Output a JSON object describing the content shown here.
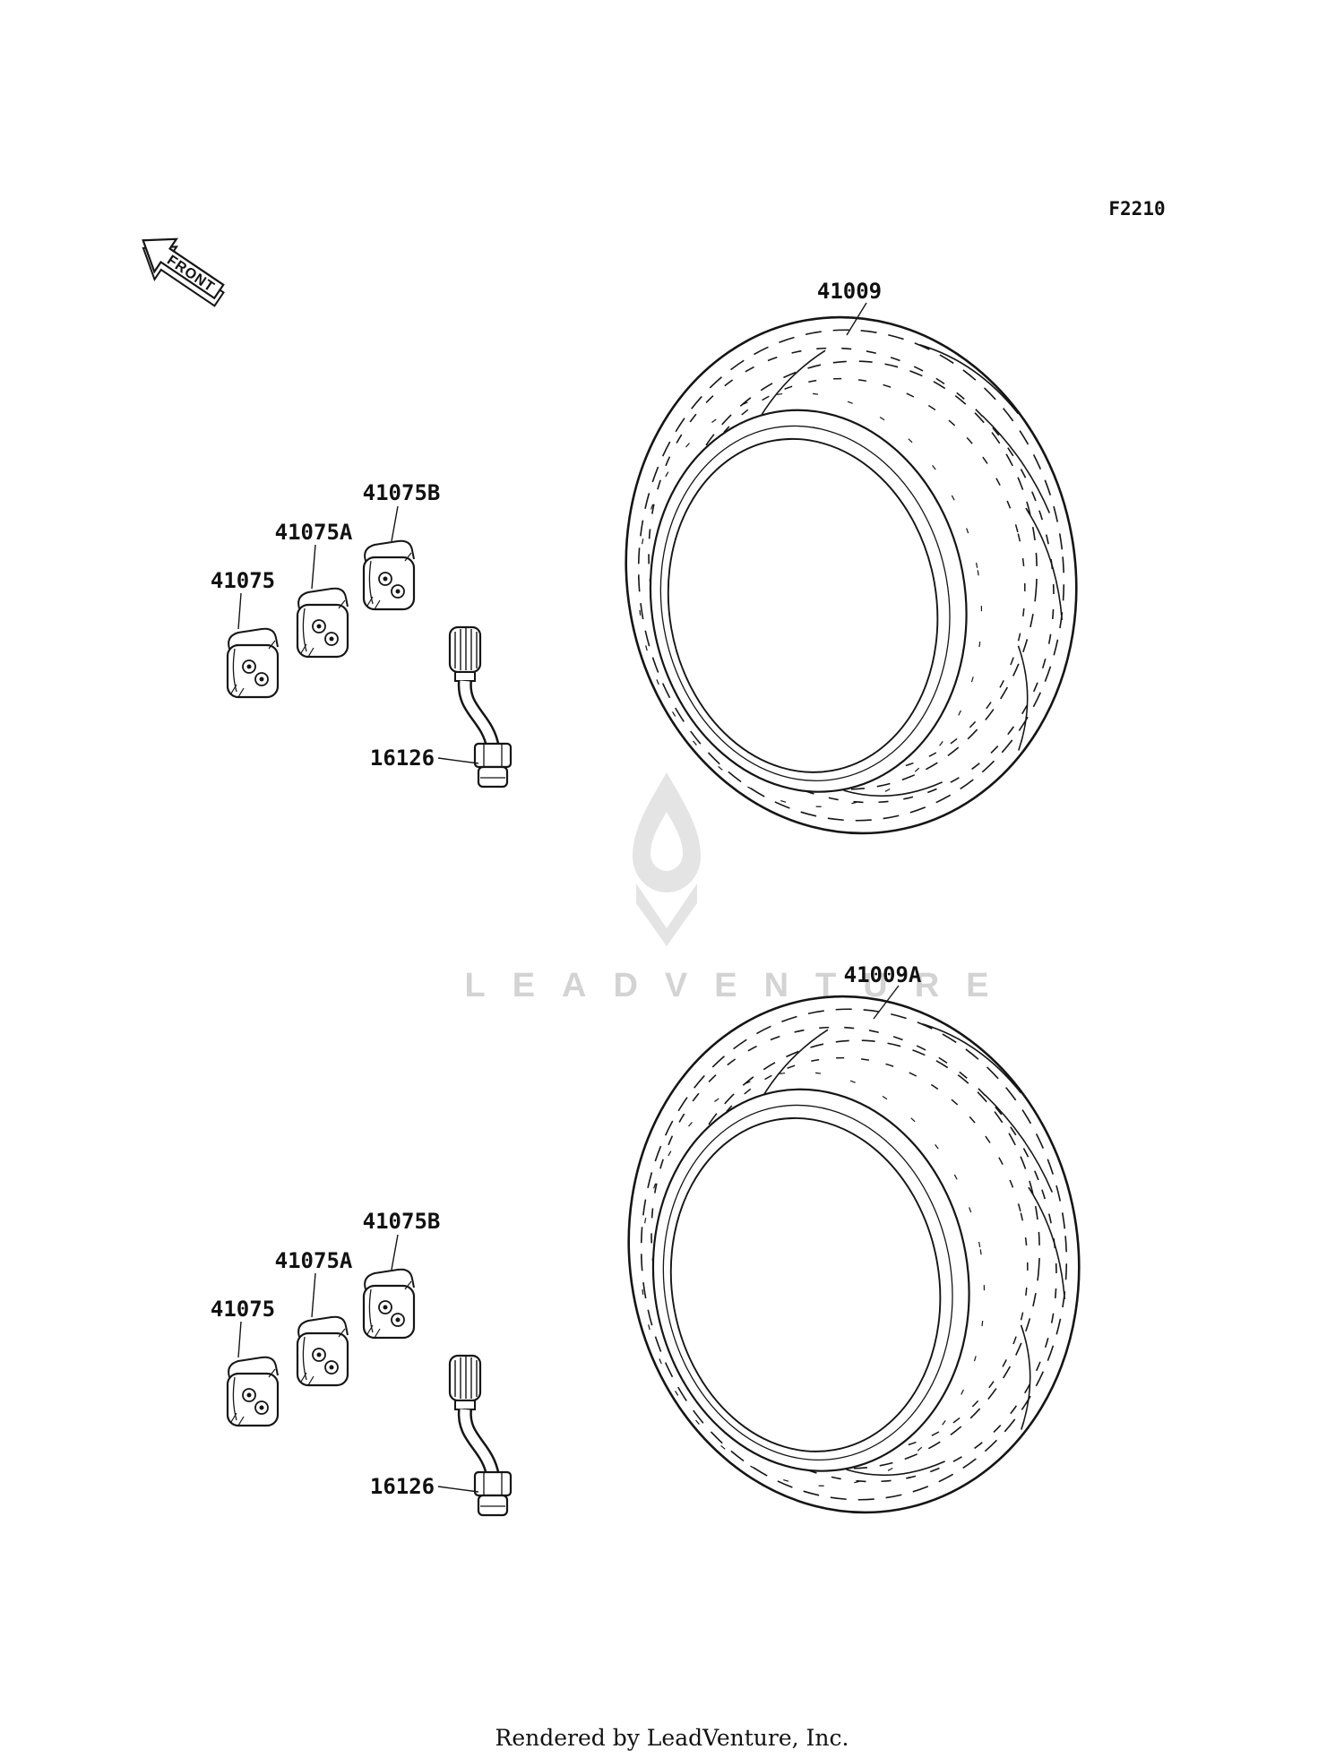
{
  "page": {
    "code": "F2210",
    "front_label": "FRONT",
    "watermark": "LEADVENTURE",
    "footer": "Rendered by LeadVenture, Inc."
  },
  "sections": [
    {
      "id": "front-tire",
      "tire_label": "41009",
      "labels": {
        "clamp": "41075",
        "clamp_a": "41075A",
        "clamp_b": "41075B",
        "valve_stem": "16126"
      }
    },
    {
      "id": "rear-tire",
      "tire_label": "41009A",
      "labels": {
        "clamp": "41075",
        "clamp_a": "41075A",
        "clamp_b": "41075B",
        "valve_stem": "16126"
      }
    }
  ]
}
